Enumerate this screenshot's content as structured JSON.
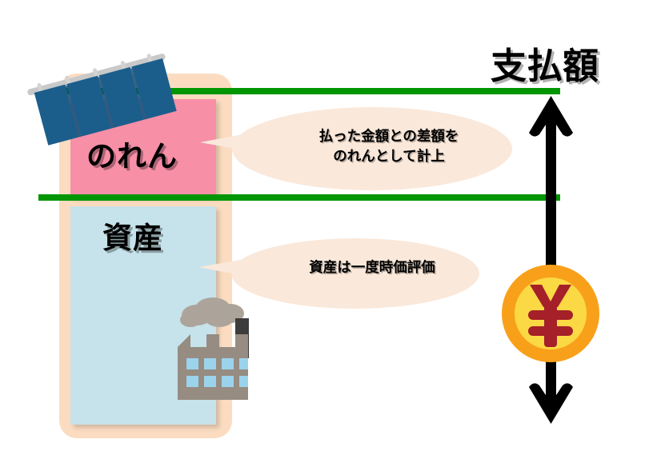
{
  "diagram": {
    "title": "支払額",
    "blocks": [
      {
        "name": "goodwill",
        "label": "のれん",
        "color": "#F78FA7"
      },
      {
        "name": "assets",
        "label": "資産",
        "color": "#C6E2EA"
      }
    ],
    "callouts": [
      {
        "name": "goodwill-callout",
        "line1": "払った金額との差額を",
        "line2": "のれんとして計上",
        "text": "払った金額との差額を\nのれんとして計上"
      },
      {
        "name": "assets-callout",
        "line1": "資産は一度時価評価",
        "line2": "",
        "text": "資産は一度時価評価"
      }
    ],
    "icons": {
      "noren": "noren-curtain-icon",
      "factory": "factory-icon",
      "coin": "yen-coin-icon",
      "arrow": "double-headed-vertical-arrow-icon"
    },
    "colors": {
      "card": "#FBDCC0",
      "goodwill": "#F78FA7",
      "assets": "#C6E2EA",
      "rule": "#039603",
      "callout": "#FAE8DA",
      "coin_outer": "#F9A01B",
      "coin_inner": "#FBD944",
      "coin_symbol": "#A52029",
      "noren": "#1B5E8C",
      "factory": "#968C82",
      "arrow": "#000000"
    },
    "coin_symbol_text": "¥"
  }
}
